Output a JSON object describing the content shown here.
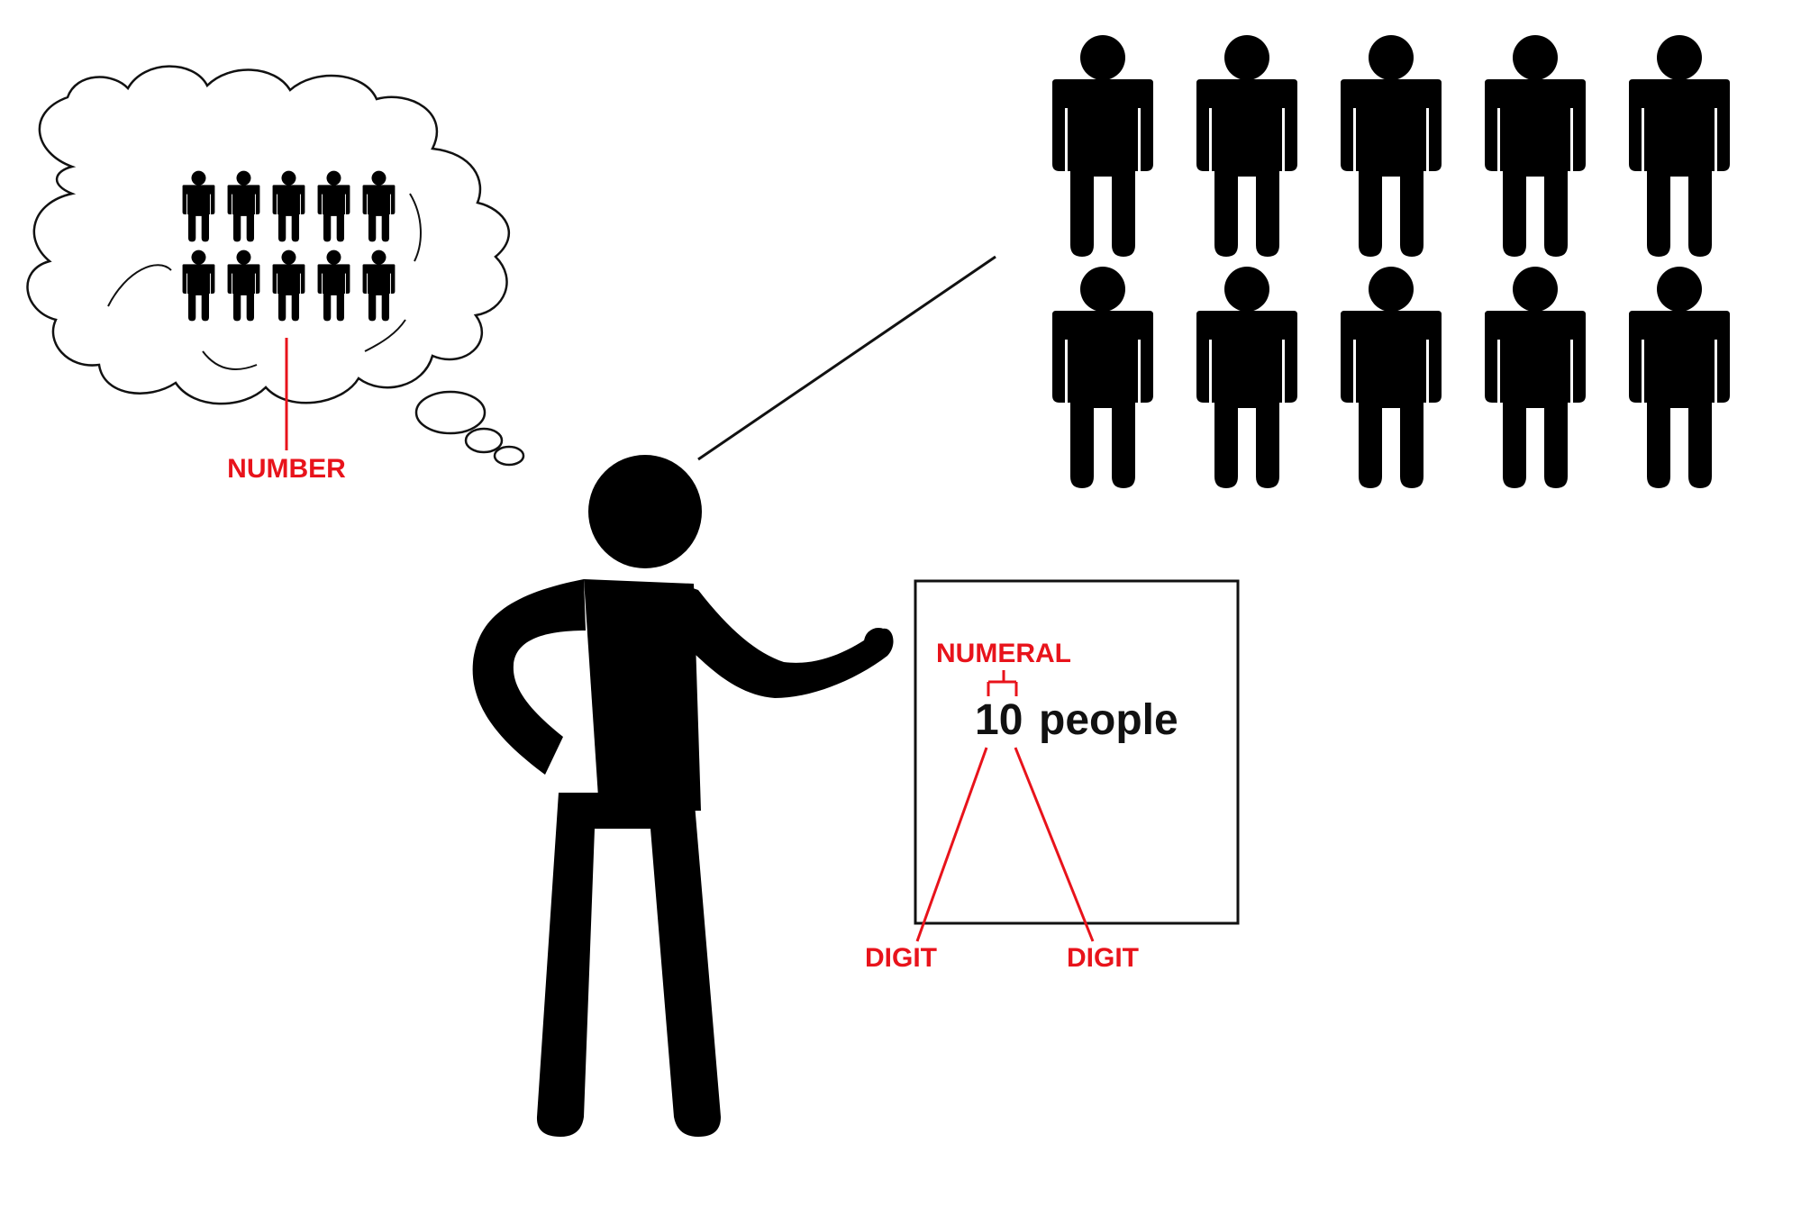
{
  "labels": {
    "number": "NUMBER",
    "numeral": "NUMERAL",
    "digit_left": "DIGIT",
    "digit_right": "DIGIT",
    "numeral_text": "10",
    "noun_text": "people"
  },
  "crowd": {
    "rows": 2,
    "columns": 5,
    "count": 10
  },
  "thought_crowd": {
    "rows": 2,
    "columns": 5,
    "count": 10
  },
  "colors": {
    "figure": "#000000",
    "annotation": "#e8131b",
    "background": "#ffffff"
  }
}
